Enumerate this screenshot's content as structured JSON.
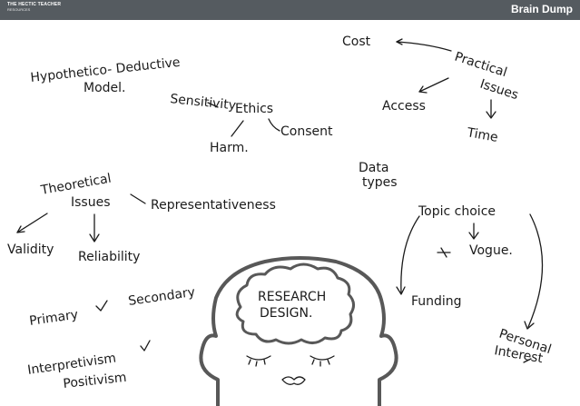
{
  "header": {
    "logo_line1": "THE HECTIC TEACHER",
    "logo_line2": "RESOURCES",
    "title": "Brain Dump"
  },
  "notes": {
    "hypothetico": "Hypothetico- Deductive",
    "model": "Model.",
    "cost": "Cost",
    "practical": "Practical",
    "issues_practical": "Issues",
    "access": "Access",
    "time": "Time",
    "sensitivity": "Sensitivity",
    "ethics": "Ethics",
    "consent": "Consent",
    "harm": "Harm.",
    "data": "Data",
    "types": "types",
    "theoretical": "Theoretical",
    "issues_theoretical": "Issues",
    "representativeness": "Representativeness",
    "validity": "Validity",
    "reliability": "Reliability",
    "topic_choice": "Topic choice",
    "vogue": "Vogue.",
    "funding": "Funding",
    "personal": "Personal",
    "interest": "Interest",
    "primary": "Primary",
    "secondary": "Secondary",
    "interpretivism": "Interpretivism",
    "positivism": "Positivism",
    "research": "RESEARCH",
    "design": "DESIGN.",
    "tick": "✓"
  }
}
